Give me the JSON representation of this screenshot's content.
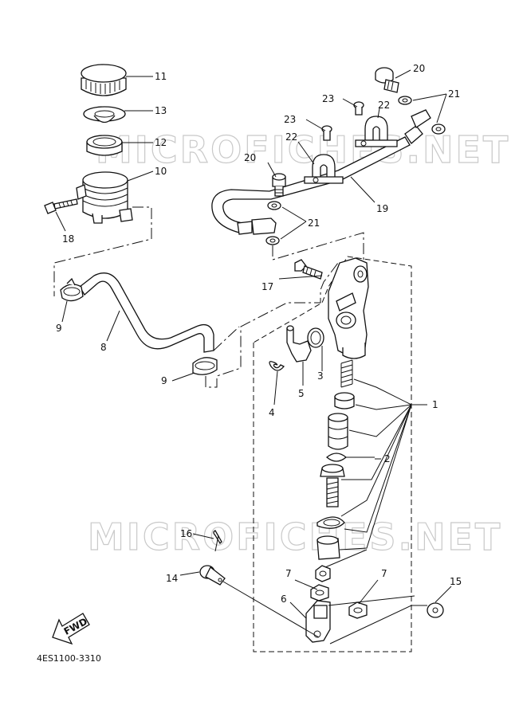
{
  "watermark": "MICROFICHES.NET",
  "diagram_code": "4ES1100-3310",
  "fwd_label": "FWD",
  "callouts": {
    "c1": "1",
    "c2": "2",
    "c3": "3",
    "c4": "4",
    "c5": "5",
    "c6": "6",
    "c7a": "7",
    "c7b": "7",
    "c8": "8",
    "c9a": "9",
    "c9b": "9",
    "c10": "10",
    "c11": "11",
    "c12": "12",
    "c13": "13",
    "c14": "14",
    "c15": "15",
    "c16": "16",
    "c17": "17",
    "c18": "18",
    "c19": "19",
    "c20a": "20",
    "c20b": "20",
    "c21a": "21",
    "c21b": "21",
    "c22a": "22",
    "c22b": "22",
    "c23a": "23",
    "c23b": "23"
  }
}
